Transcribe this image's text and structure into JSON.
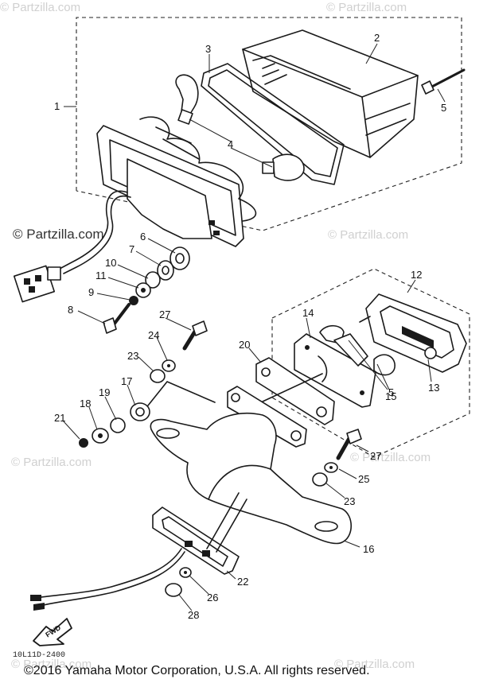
{
  "callouts": {
    "c1": "1",
    "c2": "2",
    "c3": "3",
    "c4": "4",
    "c5a": "5",
    "c5b": "5",
    "c6": "6",
    "c7": "7",
    "c8": "8",
    "c9": "9",
    "c10": "10",
    "c11": "11",
    "c12": "12",
    "c13": "13",
    "c14": "14",
    "c15": "15",
    "c16": "16",
    "c17": "17",
    "c18": "18",
    "c19": "19",
    "c20": "20",
    "c21": "21",
    "c22": "22",
    "c23a": "23",
    "c23b": "23",
    "c24": "24",
    "c25": "25",
    "c26": "26",
    "c27a": "27",
    "c27b": "27",
    "c28": "28"
  },
  "watermarks": {
    "main": "© Partzilla.com",
    "faint": "© Partzilla.com"
  },
  "fwd_label": "FWD",
  "diagram_code": "10L11D-2400",
  "copyright": "©2016 Yamaha Motor Corporation, U.S.A. All rights reserved."
}
